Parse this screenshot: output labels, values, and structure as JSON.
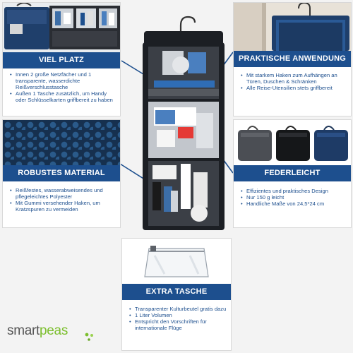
{
  "colors": {
    "brand_blue": "#1d4f8e",
    "logo_grey": "#555555",
    "logo_green": "#7cbf2e",
    "bag_dark": "#1c1f24"
  },
  "panels": {
    "viel_platz": {
      "title": "VIEL PLATZ",
      "items": [
        "Innen 2 große Netzfächer und 1 transparente, wasserdichte Reißverschlusstasche",
        "Außen 1 Tasche zusätzlich, um Handy oder Schlüsselkarten griffbereit zu haben"
      ]
    },
    "praktische_anwendung": {
      "title": "PRAKTISCHE ANWENDUNG",
      "items": [
        "Mit starkem Haken zum Aufhängen an Türen, Duschen & Schränken",
        "Alle Reise-Utensilien stets griffbereit"
      ]
    },
    "robustes_material": {
      "title": "ROBUSTES MATERIAL",
      "items": [
        "Reißfestes, wasserabweisendes und pflegeleichtes Polyester",
        "Mit Gummi versehender Haken, um Kratzspuren zu vermeiden"
      ]
    },
    "federleicht": {
      "title": "FEDERLEICHT",
      "items": [
        "Effizientes und praktisches Design",
        "Nur 150 g leicht",
        "Handliche Maße von 24,5*24 cm"
      ]
    },
    "extra_tasche": {
      "title": "EXTRA TASCHE",
      "items": [
        "Transparenter Kulturbeutel gratis dazu",
        "1 Liter Volumen",
        "Entspricht den Vorschriften für internationale Flüge"
      ]
    }
  },
  "logo": {
    "part1": "smart",
    "part2": "peas"
  }
}
